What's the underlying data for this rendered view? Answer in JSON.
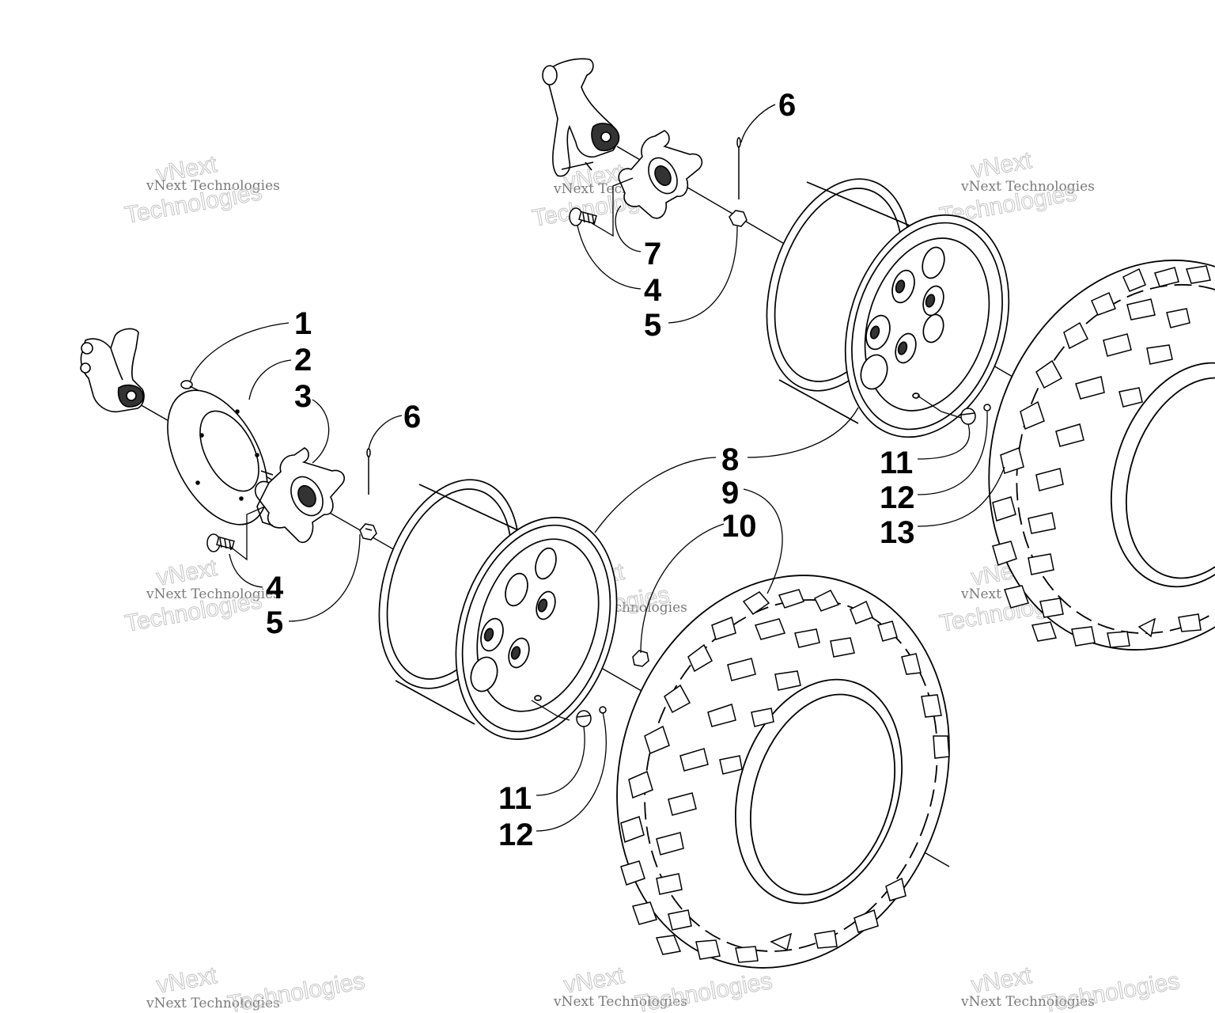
{
  "watermark": {
    "line": "vNext Technologies",
    "brand": "vNext",
    "word": "Technologies"
  },
  "callouts": {
    "c1": "1",
    "c2": "2",
    "c3": "3",
    "c4a": "4",
    "c5a": "5",
    "c6a": "6",
    "c6b": "6",
    "c7": "7",
    "c4b": "4",
    "c5b": "5",
    "c8": "8",
    "c9": "9",
    "c10": "10",
    "c11a": "11",
    "c12a": "12",
    "c11b": "11",
    "c12b": "12",
    "c13": "13"
  },
  "icons": {
    "knuckle": "steering-knuckle-icon",
    "hub": "wheel-hub-icon",
    "brake_disc": "brake-disc-icon",
    "rim": "wheel-rim-icon",
    "tire": "atv-tire-icon"
  }
}
